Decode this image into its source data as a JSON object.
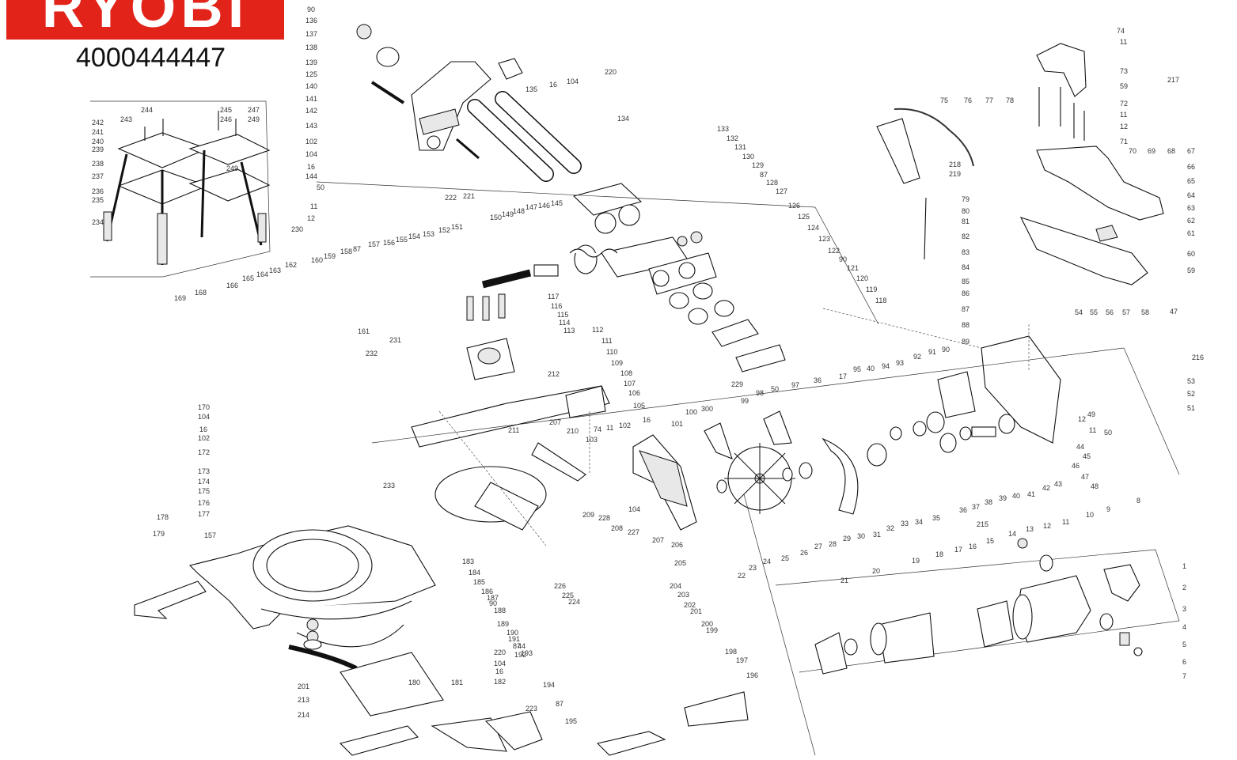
{
  "brand": {
    "name": "RYOBI",
    "color": "#e2231a"
  },
  "part_number": "4000444447",
  "callouts": [
    {
      "id": "90"
    },
    {
      "id": "136"
    },
    {
      "id": "137"
    },
    {
      "id": "138"
    },
    {
      "id": "139"
    },
    {
      "id": "125"
    },
    {
      "id": "140"
    },
    {
      "id": "141"
    },
    {
      "id": "142"
    },
    {
      "id": "143"
    },
    {
      "id": "102"
    },
    {
      "id": "104"
    },
    {
      "id": "16"
    },
    {
      "id": "144"
    },
    {
      "id": "135"
    },
    {
      "id": "16"
    },
    {
      "id": "104"
    },
    {
      "id": "220"
    },
    {
      "id": "134"
    },
    {
      "id": "133"
    },
    {
      "id": "132"
    },
    {
      "id": "131"
    },
    {
      "id": "130"
    },
    {
      "id": "129"
    },
    {
      "id": "87"
    },
    {
      "id": "128"
    },
    {
      "id": "127"
    },
    {
      "id": "126"
    },
    {
      "id": "125"
    },
    {
      "id": "124"
    },
    {
      "id": "123"
    },
    {
      "id": "122"
    },
    {
      "id": "90"
    },
    {
      "id": "121"
    },
    {
      "id": "120"
    },
    {
      "id": "119"
    },
    {
      "id": "118"
    },
    {
      "id": "74"
    },
    {
      "id": "11"
    },
    {
      "id": "217"
    },
    {
      "id": "73"
    },
    {
      "id": "59"
    },
    {
      "id": "72"
    },
    {
      "id": "11"
    },
    {
      "id": "12"
    },
    {
      "id": "71"
    },
    {
      "id": "70"
    },
    {
      "id": "69"
    },
    {
      "id": "68"
    },
    {
      "id": "67"
    },
    {
      "id": "66"
    },
    {
      "id": "65"
    },
    {
      "id": "64"
    },
    {
      "id": "63"
    },
    {
      "id": "62"
    },
    {
      "id": "61"
    },
    {
      "id": "60"
    },
    {
      "id": "59"
    },
    {
      "id": "75"
    },
    {
      "id": "76"
    },
    {
      "id": "77"
    },
    {
      "id": "78"
    },
    {
      "id": "218"
    },
    {
      "id": "219"
    },
    {
      "id": "79"
    },
    {
      "id": "80"
    },
    {
      "id": "81"
    },
    {
      "id": "82"
    },
    {
      "id": "83"
    },
    {
      "id": "84"
    },
    {
      "id": "85"
    },
    {
      "id": "86"
    },
    {
      "id": "87"
    },
    {
      "id": "88"
    },
    {
      "id": "89"
    },
    {
      "id": "244"
    },
    {
      "id": "245"
    },
    {
      "id": "247"
    },
    {
      "id": "246"
    },
    {
      "id": "249"
    },
    {
      "id": "242"
    },
    {
      "id": "243"
    },
    {
      "id": "241"
    },
    {
      "id": "240"
    },
    {
      "id": "239"
    },
    {
      "id": "238"
    },
    {
      "id": "237"
    },
    {
      "id": "236"
    },
    {
      "id": "235"
    },
    {
      "id": "249"
    },
    {
      "id": "234"
    },
    {
      "id": "50"
    },
    {
      "id": "11"
    },
    {
      "id": "12"
    },
    {
      "id": "230"
    },
    {
      "id": "222"
    },
    {
      "id": "221"
    },
    {
      "id": "150"
    },
    {
      "id": "149"
    },
    {
      "id": "148"
    },
    {
      "id": "147"
    },
    {
      "id": "146"
    },
    {
      "id": "145"
    },
    {
      "id": "154"
    },
    {
      "id": "153"
    },
    {
      "id": "152"
    },
    {
      "id": "151"
    },
    {
      "id": "156"
    },
    {
      "id": "155"
    },
    {
      "id": "157"
    },
    {
      "id": "87"
    },
    {
      "id": "158"
    },
    {
      "id": "160"
    },
    {
      "id": "159"
    },
    {
      "id": "162"
    },
    {
      "id": "163"
    },
    {
      "id": "164"
    },
    {
      "id": "165"
    },
    {
      "id": "166"
    },
    {
      "id": "168"
    },
    {
      "id": "169"
    },
    {
      "id": "161"
    },
    {
      "id": "117"
    },
    {
      "id": "116"
    },
    {
      "id": "115"
    },
    {
      "id": "114"
    },
    {
      "id": "113"
    },
    {
      "id": "112"
    },
    {
      "id": "111"
    },
    {
      "id": "110"
    },
    {
      "id": "109"
    },
    {
      "id": "108"
    },
    {
      "id": "107"
    },
    {
      "id": "106"
    },
    {
      "id": "105"
    },
    {
      "id": "229"
    },
    {
      "id": "231"
    },
    {
      "id": "232"
    },
    {
      "id": "212"
    },
    {
      "id": "211"
    },
    {
      "id": "233"
    },
    {
      "id": "170"
    },
    {
      "id": "104"
    },
    {
      "id": "16"
    },
    {
      "id": "102"
    },
    {
      "id": "172"
    },
    {
      "id": "173"
    },
    {
      "id": "174"
    },
    {
      "id": "175"
    },
    {
      "id": "176"
    },
    {
      "id": "177"
    },
    {
      "id": "178"
    },
    {
      "id": "179"
    },
    {
      "id": "157"
    },
    {
      "id": "207"
    },
    {
      "id": "210"
    },
    {
      "id": "74"
    },
    {
      "id": "11"
    },
    {
      "id": "102"
    },
    {
      "id": "103"
    },
    {
      "id": "16"
    },
    {
      "id": "104"
    },
    {
      "id": "100"
    },
    {
      "id": "300"
    },
    {
      "id": "101"
    },
    {
      "id": "99"
    },
    {
      "id": "98"
    },
    {
      "id": "50"
    },
    {
      "id": "97"
    },
    {
      "id": "36"
    },
    {
      "id": "17"
    },
    {
      "id": "95"
    },
    {
      "id": "40"
    },
    {
      "id": "94"
    },
    {
      "id": "93"
    },
    {
      "id": "92"
    },
    {
      "id": "91"
    },
    {
      "id": "90"
    },
    {
      "id": "54"
    },
    {
      "id": "55"
    },
    {
      "id": "56"
    },
    {
      "id": "57"
    },
    {
      "id": "58"
    },
    {
      "id": "47"
    },
    {
      "id": "216"
    },
    {
      "id": "53"
    },
    {
      "id": "52"
    },
    {
      "id": "51"
    },
    {
      "id": "49"
    },
    {
      "id": "11"
    },
    {
      "id": "12"
    },
    {
      "id": "50"
    },
    {
      "id": "44"
    },
    {
      "id": "45"
    },
    {
      "id": "46"
    },
    {
      "id": "47"
    },
    {
      "id": "48"
    },
    {
      "id": "43"
    },
    {
      "id": "42"
    },
    {
      "id": "41"
    },
    {
      "id": "40"
    },
    {
      "id": "39"
    },
    {
      "id": "38"
    },
    {
      "id": "37"
    },
    {
      "id": "36"
    },
    {
      "id": "215"
    },
    {
      "id": "35"
    },
    {
      "id": "34"
    },
    {
      "id": "33"
    },
    {
      "id": "32"
    },
    {
      "id": "31"
    },
    {
      "id": "30"
    },
    {
      "id": "29"
    },
    {
      "id": "28"
    },
    {
      "id": "27"
    },
    {
      "id": "26"
    },
    {
      "id": "25"
    },
    {
      "id": "24"
    },
    {
      "id": "23"
    },
    {
      "id": "22"
    },
    {
      "id": "209"
    },
    {
      "id": "228"
    },
    {
      "id": "208"
    },
    {
      "id": "227"
    },
    {
      "id": "207"
    },
    {
      "id": "206"
    },
    {
      "id": "205"
    },
    {
      "id": "204"
    },
    {
      "id": "203"
    },
    {
      "id": "202"
    },
    {
      "id": "201"
    },
    {
      "id": "200"
    },
    {
      "id": "199"
    },
    {
      "id": "198"
    },
    {
      "id": "197"
    },
    {
      "id": "196"
    },
    {
      "id": "183"
    },
    {
      "id": "184"
    },
    {
      "id": "185"
    },
    {
      "id": "226"
    },
    {
      "id": "186"
    },
    {
      "id": "187"
    },
    {
      "id": "90"
    },
    {
      "id": "225"
    },
    {
      "id": "188"
    },
    {
      "id": "224"
    },
    {
      "id": "189"
    },
    {
      "id": "190"
    },
    {
      "id": "191"
    },
    {
      "id": "87"
    },
    {
      "id": "192"
    },
    {
      "id": "44"
    },
    {
      "id": "193"
    },
    {
      "id": "220"
    },
    {
      "id": "104"
    },
    {
      "id": "16"
    },
    {
      "id": "182"
    },
    {
      "id": "194"
    },
    {
      "id": "223"
    },
    {
      "id": "87"
    },
    {
      "id": "195"
    },
    {
      "id": "201"
    },
    {
      "id": "180"
    },
    {
      "id": "181"
    },
    {
      "id": "213"
    },
    {
      "id": "214"
    },
    {
      "id": "21"
    },
    {
      "id": "20"
    },
    {
      "id": "19"
    },
    {
      "id": "18"
    },
    {
      "id": "17"
    },
    {
      "id": "16"
    },
    {
      "id": "15"
    },
    {
      "id": "14"
    },
    {
      "id": "13"
    },
    {
      "id": "12"
    },
    {
      "id": "11"
    },
    {
      "id": "10"
    },
    {
      "id": "9"
    },
    {
      "id": "8"
    },
    {
      "id": "1"
    },
    {
      "id": "2"
    },
    {
      "id": "3"
    },
    {
      "id": "4"
    },
    {
      "id": "5"
    },
    {
      "id": "6"
    },
    {
      "id": "7"
    }
  ]
}
